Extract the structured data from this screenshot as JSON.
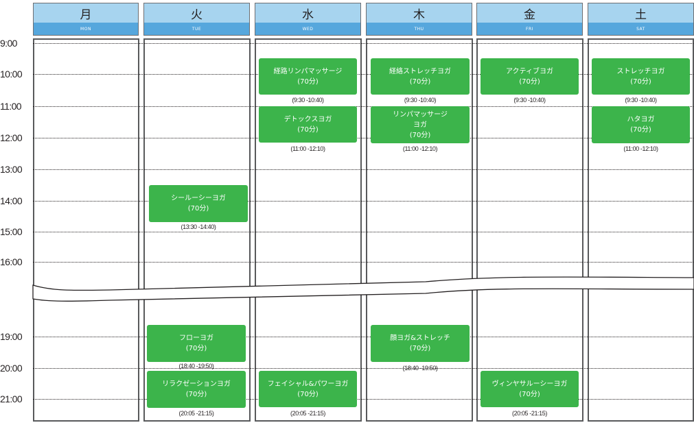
{
  "days": [
    {
      "jp": "月",
      "en": "MON"
    },
    {
      "jp": "火",
      "en": "TUE"
    },
    {
      "jp": "水",
      "en": "WED"
    },
    {
      "jp": "木",
      "en": "THU"
    },
    {
      "jp": "金",
      "en": "FRI"
    },
    {
      "jp": "土",
      "en": "SAT"
    }
  ],
  "times": [
    "9:00",
    "10:00",
    "11:00",
    "12:00",
    "13:00",
    "14:00",
    "15:00",
    "16:00",
    "19:00",
    "20:00",
    "21:00"
  ],
  "classes": [
    {
      "name": "経路リンパマッサージ",
      "duration": "(70分)",
      "time": "(9:30 -10:40)"
    },
    {
      "name": "デトックスヨガ",
      "duration": "(70分)",
      "time": "(11:00 -12:10)"
    },
    {
      "name": "フェイシャル&パワーヨガ",
      "duration": "(70分)",
      "time": "(20:05 -21:15)"
    },
    {
      "name": "シールーシーヨガ",
      "duration": "(70分)",
      "time": "(13:30 -14:40)"
    },
    {
      "name": "フローヨガ",
      "duration": "(70分)",
      "time": "(18:40 -19:50)"
    },
    {
      "name": "リラクゼーションヨガ",
      "duration": "(70分)",
      "time": "(20:05 -21:15)"
    },
    {
      "name": "経絡ストレッチヨガ",
      "duration": "(70分)",
      "time": "(9:30 -10:40)"
    },
    {
      "name": "リンパマッサージ",
      "name2": "ヨガ",
      "duration": "(70分)",
      "time": "(11:00 -12:10)"
    },
    {
      "name": "顔ヨガ&ストレッチ",
      "duration": "(70分)",
      "time": "(18:40 -19:50)"
    },
    {
      "name": "アクティブヨガ",
      "duration": "(70分)",
      "time": "(9:30 -10:40)"
    },
    {
      "name": "ヴィンヤサルーシーヨガ",
      "duration": "(70分)",
      "time": "(20:05 -21:15)"
    },
    {
      "name": "ストレッチヨガ",
      "duration": "(70分)",
      "time": "(9:30 -10:40)"
    },
    {
      "name": "ハタヨガ",
      "duration": "(70分)",
      "time": "(11:00 -12:10)"
    }
  ],
  "colors": {
    "class_bg": "#3cb44b",
    "header_light": "#a7d4ef",
    "header_dark": "#56a7dd"
  }
}
